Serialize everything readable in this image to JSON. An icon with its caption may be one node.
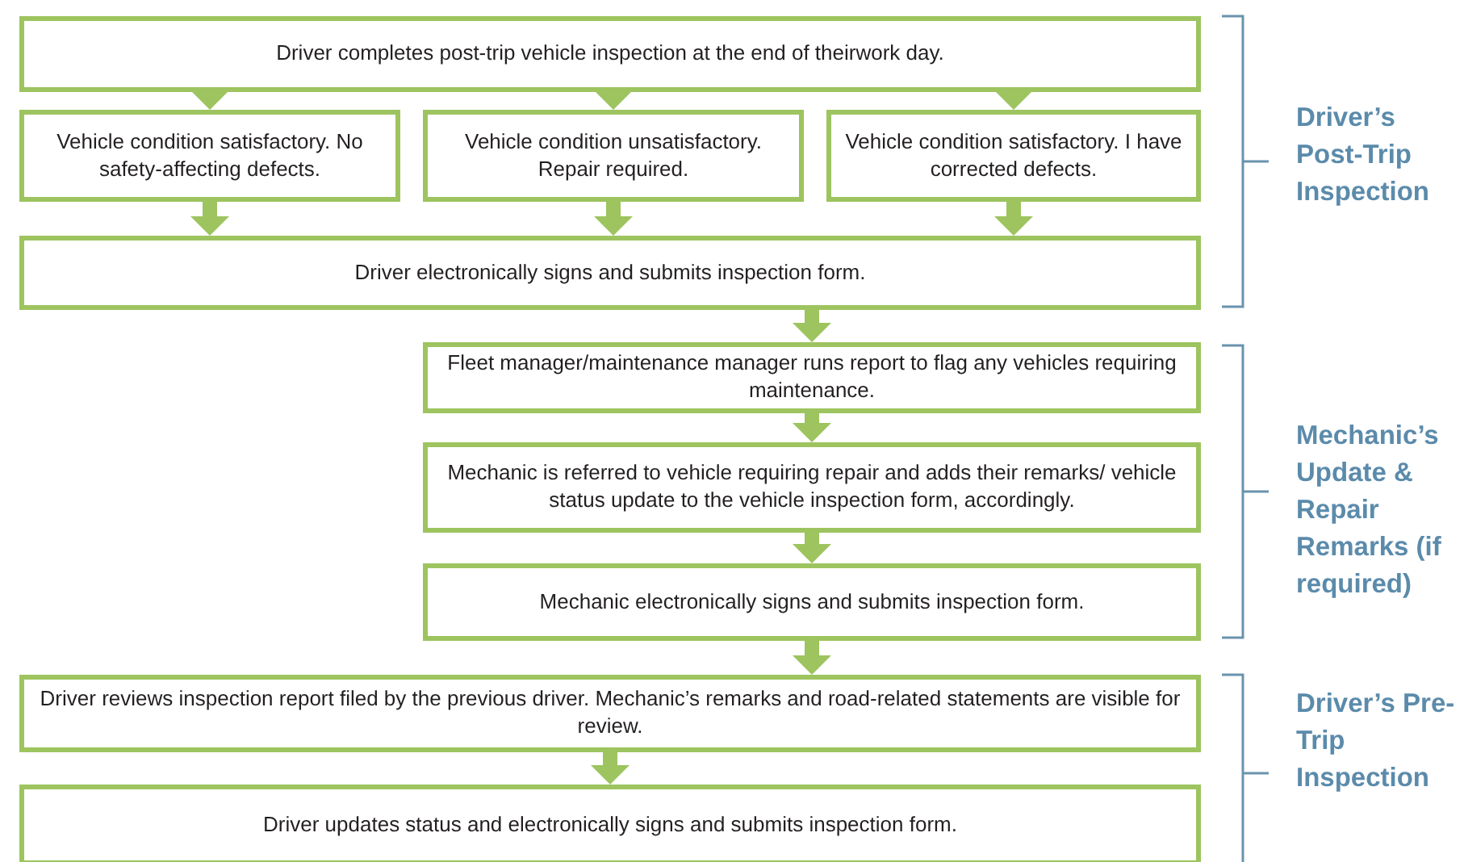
{
  "diagram": {
    "nodes": [
      {
        "text": [
          "Driver completes post-trip vehicle inspection at the end of theirwork day."
        ]
      },
      {
        "text": [
          "Vehicle condition satisfactory. No safety-affecting defects."
        ]
      },
      {
        "text": [
          "Vehicle condition unsatisfactory. Repair required."
        ]
      },
      {
        "text": [
          "Vehicle condition satisfactory. I have corrected defects."
        ]
      },
      {
        "text": [
          "Driver electronically signs and submits inspection form."
        ]
      },
      {
        "text": [
          "Fleet manager/maintenance manager runs report to flag any vehicles requiring maintenance."
        ]
      },
      {
        "text": [
          "Mechanic is referred to vehicle requiring repair and adds their remarks/ vehicle status update to the vehicle inspection form, accordingly."
        ]
      },
      {
        "text": [
          "Mechanic electronically signs and submits inspection form."
        ]
      },
      {
        "text": [
          "Driver reviews inspection report filed by the previous driver. Mechanic’s remarks and road-related statements are visible for review."
        ]
      },
      {
        "text": [
          "Driver updates status and electronically signs and submits inspection form."
        ]
      }
    ],
    "edges": [
      {
        "from": 0,
        "to": 1,
        "arrow": "to"
      },
      {
        "from": 0,
        "to": 2,
        "arrow": "to"
      },
      {
        "from": 0,
        "to": 3,
        "arrow": "to"
      },
      {
        "from": 1,
        "to": 4,
        "arrow": "to"
      },
      {
        "from": 2,
        "to": 4,
        "arrow": "to"
      },
      {
        "from": 3,
        "to": 4,
        "arrow": "to"
      },
      {
        "from": 4,
        "to": 5,
        "arrow": "to"
      },
      {
        "from": 5,
        "to": 6,
        "arrow": "to"
      },
      {
        "from": 6,
        "to": 7,
        "arrow": "to"
      },
      {
        "from": 7,
        "to": 8,
        "arrow": "to"
      },
      {
        "from": 8,
        "to": 9,
        "arrow": "to"
      }
    ],
    "labels": [
      "Driver’s Post-Trip Inspection",
      "Mechanic’s Update & Repair Remarks (if required)",
      "Driver’s Pre-Trip Inspection"
    ]
  }
}
